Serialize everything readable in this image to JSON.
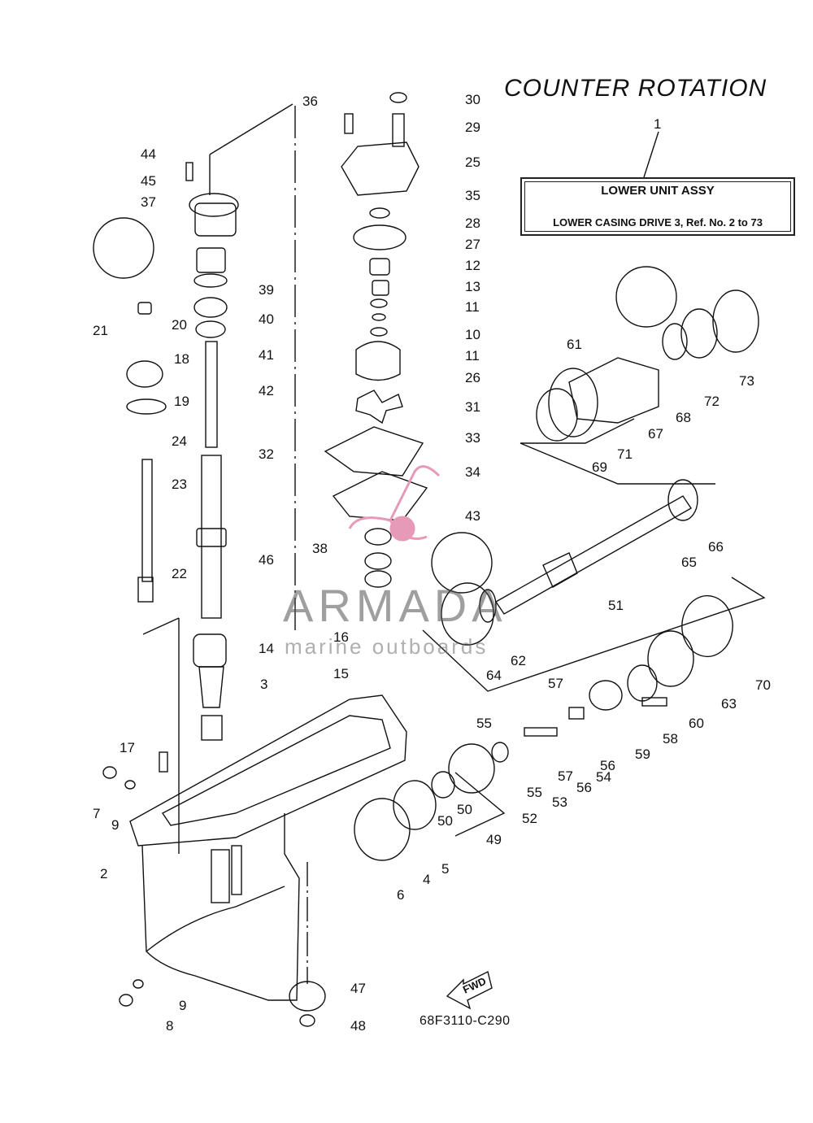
{
  "title": "COUNTER  ROTATION",
  "assembly_box": {
    "part_number": "1",
    "line1": "LOWER  UNIT ASSY",
    "line2": "LOWER CASING DRIVE 3, Ref. No. 2 to 73"
  },
  "diagram_code": "68F3110-C290",
  "fwd_label": "FWD",
  "watermark": {
    "brand": "ARMADA",
    "tagline": "marine outboards"
  },
  "callouts": [
    "30",
    "29",
    "25",
    "35",
    "28",
    "27",
    "12",
    "13",
    "11",
    "10",
    "11",
    "26",
    "31",
    "33",
    "34",
    "43",
    "38",
    "36",
    "44",
    "45",
    "37",
    "39",
    "40",
    "41",
    "42",
    "20",
    "21",
    "18",
    "19",
    "24",
    "23",
    "22",
    "32",
    "46",
    "16",
    "14",
    "15",
    "3",
    "17",
    "7",
    "9",
    "2",
    "9",
    "8",
    "47",
    "48",
    "6",
    "4",
    "5",
    "50",
    "50",
    "49",
    "52",
    "55",
    "55",
    "57",
    "53",
    "57",
    "56",
    "54",
    "56",
    "59",
    "58",
    "60",
    "63",
    "70",
    "64",
    "62",
    "51",
    "65",
    "66",
    "61",
    "67",
    "68",
    "71",
    "69",
    "72",
    "73"
  ],
  "colors": {
    "ink": "#111111",
    "logo_pink": "#e79ab8",
    "background": "#ffffff"
  }
}
